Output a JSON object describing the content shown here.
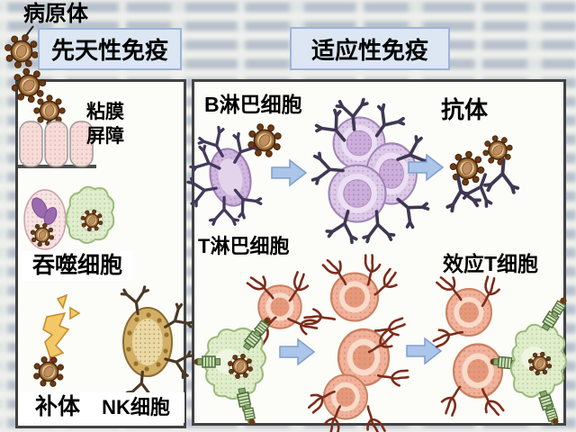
{
  "diagram": {
    "pathogen_label": "病原体",
    "innate_header": "先天性免疫",
    "adaptive_header": "适应性免疫",
    "innate": {
      "mucosa_line1": "粘膜",
      "mucosa_line2": "屏障",
      "phagocyte": "吞噬细胞",
      "complement": "补体",
      "nk": "NK细胞"
    },
    "adaptive": {
      "b_cell": "B淋巴细胞",
      "antibody": "抗体",
      "t_cell": "T淋巴细胞",
      "effector_t": "效应T细胞"
    },
    "icons": {
      "virus": "virus-particle-icon",
      "y_receptor": "antibody-y-icon",
      "antler_receptor": "t-cell-receptor-icon",
      "plug_receptor": "mhc-connector-icon",
      "arrow": "right-block-arrow-icon"
    },
    "colors": {
      "header_fill": "#dce7f3",
      "header_border": "#9db4d8",
      "panel_border": "#424242",
      "arrow_fill": "#abc6e9",
      "virus_brown": "#9a6a33",
      "lymphocyte_lavender": "#dccae6",
      "t_cell_salmon": "#f0b19a",
      "green_cell": "#e0edcb",
      "nk_tan": "#d3ae66",
      "complement_yellow": "#f4c868",
      "background_note": "blurred illegible textbook text"
    }
  }
}
